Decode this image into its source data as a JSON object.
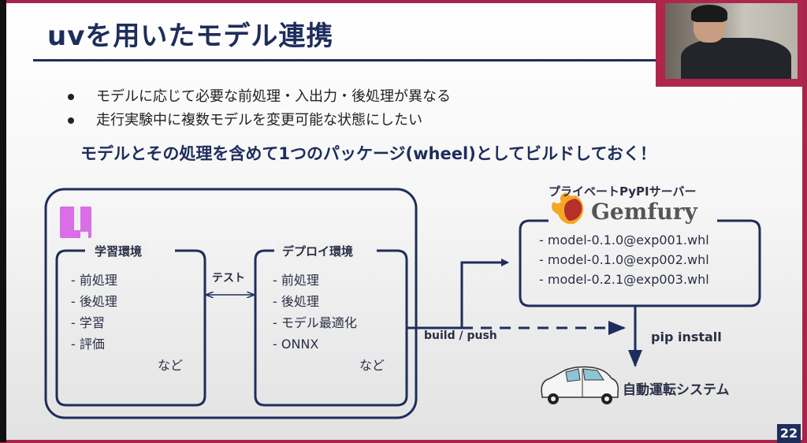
{
  "slide": {
    "title": "uvを用いたモデル連携",
    "bullets": [
      "モデルに応じて必要な前処理・入出力・後処理が異なる",
      "走行実験中に複数モデルを変更可能な状態にしたい"
    ],
    "headline": "モデルとその処理を含めて1つのパッケージ(wheel)としてビルドしておく！",
    "page_number": "22"
  },
  "diagram": {
    "uv_logo": "uv-logo-icon",
    "train_env": {
      "title": "学習環境",
      "items": [
        "- 前処理",
        "- 後処理",
        "- 学習",
        "- 評価"
      ],
      "etc": "など"
    },
    "test_label": "テスト",
    "deploy_env": {
      "title": "デプロイ環境",
      "items": [
        "- 前処理",
        "- 後処理",
        "- モデル最適化",
        "- ONNX"
      ],
      "etc": "など"
    },
    "build_push_label": "build / push",
    "pypi": {
      "caption": "プライベートPyPIサーバー",
      "brand": "Gemfury",
      "packages": [
        "- model-0.1.0@exp001.whl",
        "- model-0.1.0@exp002.whl",
        "- model-0.2.1@exp003.whl"
      ]
    },
    "pip_install_label": "pip install",
    "target_label": "自動運転システム"
  },
  "colors": {
    "navy": "#1e2d5c",
    "frame": "#a8244a",
    "uv_pink": "#d96ee6"
  }
}
